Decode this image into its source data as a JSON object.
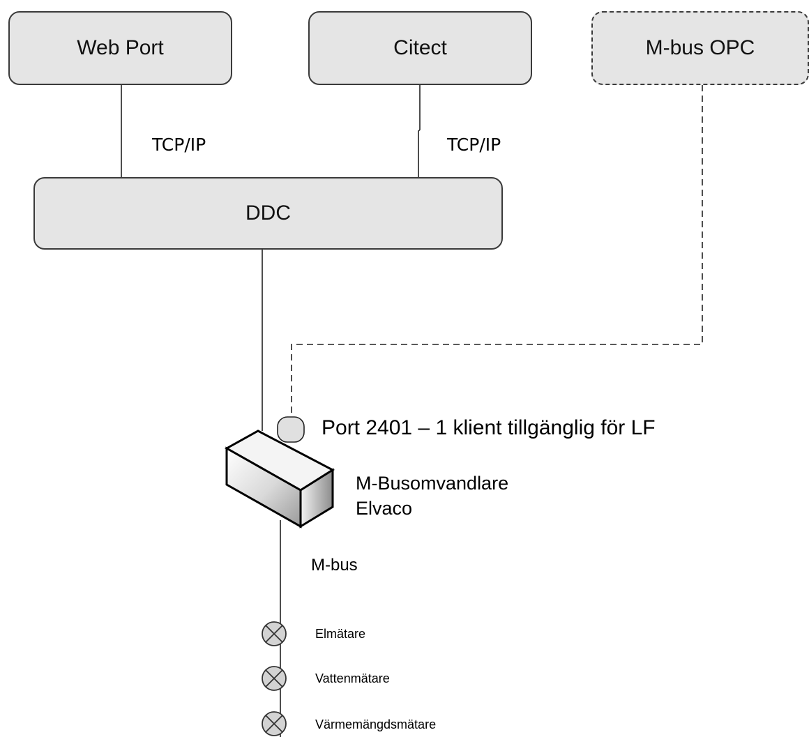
{
  "nodes": {
    "web_port": "Web Port",
    "citect": "Citect",
    "mbus_opc": "M-bus OPC",
    "ddc": "DDC"
  },
  "links": {
    "tcpip_left": "TCP/IP",
    "tcpip_right": "TCP/IP",
    "mbus": "M-bus"
  },
  "port_note": "Port 2401 – 1 klient tillgänglig för LF",
  "converter": {
    "line1": "M-Busomvandlare",
    "line2": "Elvaco"
  },
  "meters": [
    {
      "label": "Elmätare"
    },
    {
      "label": "Vattenmätare"
    },
    {
      "label": "Värmemängdsmätare"
    }
  ]
}
